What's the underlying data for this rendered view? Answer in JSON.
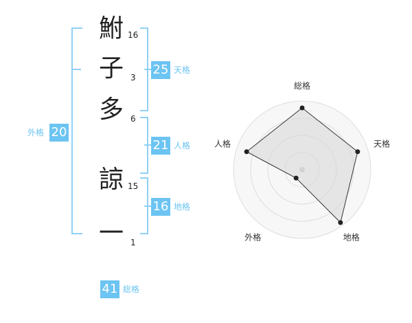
{
  "name_chars": [
    {
      "char": "鮒",
      "strokes": "16"
    },
    {
      "char": "子",
      "strokes": "3"
    },
    {
      "char": "多",
      "strokes": "6"
    },
    {
      "char": "諒",
      "strokes": "15"
    },
    {
      "char": "一",
      "strokes": "1"
    }
  ],
  "kaku": {
    "tenkaku": {
      "value": "25",
      "label": "天格"
    },
    "jinkaku": {
      "value": "21",
      "label": "人格"
    },
    "chikaku": {
      "value": "16",
      "label": "地格"
    },
    "gaikaku": {
      "value": "20",
      "label": "外格"
    },
    "soukaku": {
      "value": "41",
      "label": "総格"
    }
  },
  "colors": {
    "accent": "#6cc4f2",
    "bracket": "#8fd0f5",
    "radar_fill": "#eeeeee"
  },
  "chart_data": {
    "type": "radar",
    "axes": [
      "総格",
      "天格",
      "地格",
      "外格",
      "人格"
    ],
    "values": [
      0.9,
      0.85,
      0.95,
      0.15,
      0.85
    ],
    "rings": 4
  }
}
